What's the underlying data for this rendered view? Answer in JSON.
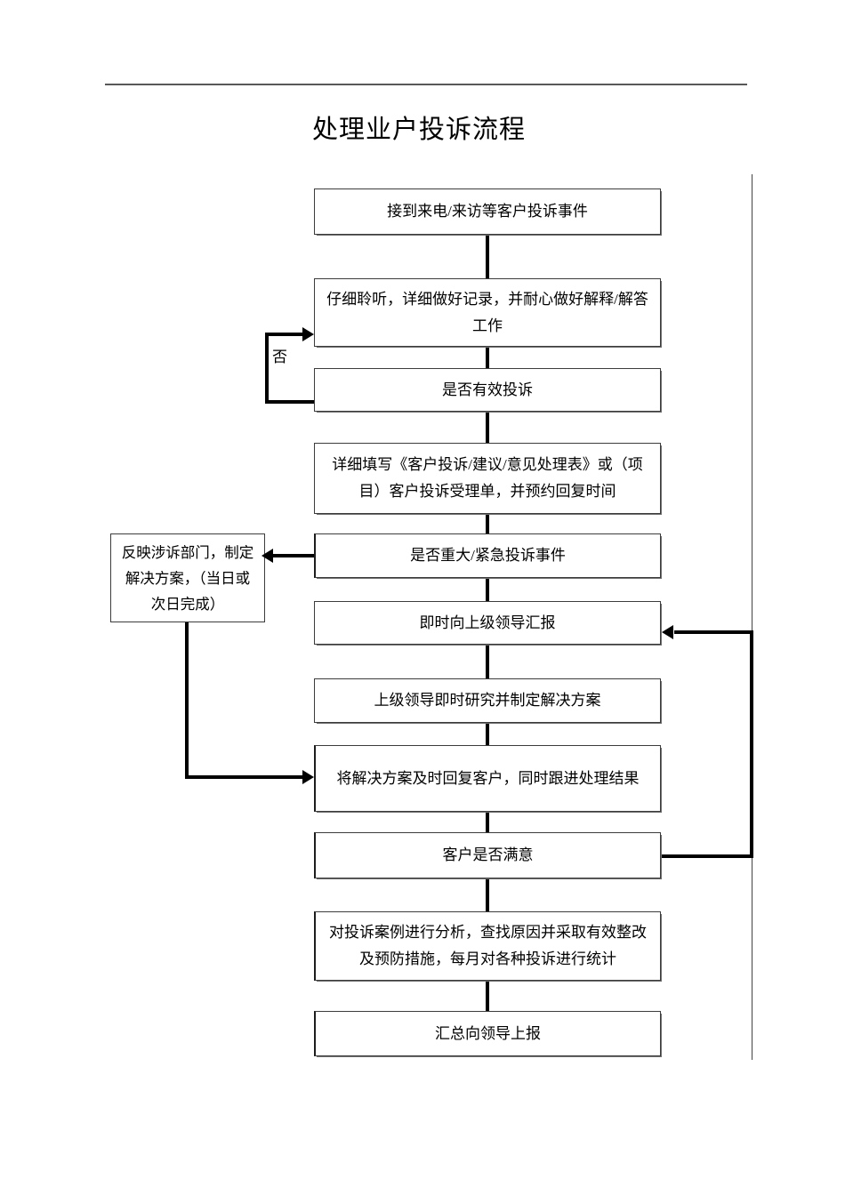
{
  "document": {
    "title": "处理业户投诉流程"
  },
  "flowchart": {
    "type": "flowchart",
    "orientation": "top-to-bottom",
    "nodes": [
      {
        "id": "n1",
        "label": "接到来电/来访等客户投诉事件"
      },
      {
        "id": "n2",
        "label": "仔细聆听，详细做好记录，并耐心做好解释/解答工作"
      },
      {
        "id": "n3",
        "label": "是否有效投诉"
      },
      {
        "id": "n4",
        "label": "详细填写《客户投诉/建议/意见处理表》或（项目）客户投诉受理单，并预约回复时间"
      },
      {
        "id": "n5",
        "label": "是否重大/紧急投诉事件"
      },
      {
        "id": "n6",
        "label": "即时向上级领导汇报"
      },
      {
        "id": "n7",
        "label": "上级领导即时研究并制定解决方案"
      },
      {
        "id": "n8",
        "label": "将解决方案及时回复客户，同时跟进处理结果"
      },
      {
        "id": "n9",
        "label": "客户是否满意"
      },
      {
        "id": "n10",
        "label": "对投诉案例进行分析，查找原因并采取有效整改及预防措施，每月对各种投诉进行统计"
      },
      {
        "id": "n11",
        "label": "汇总向领导上报"
      },
      {
        "id": "nside",
        "label": "反映涉诉部门，制定解决方案，（当日或次日完成）"
      }
    ],
    "edge_labels": {
      "no_branch": "否"
    },
    "edges": [
      {
        "from": "n1",
        "to": "n2",
        "label": ""
      },
      {
        "from": "n2",
        "to": "n3",
        "label": ""
      },
      {
        "from": "n3",
        "to": "n2",
        "label": "否"
      },
      {
        "from": "n3",
        "to": "n4",
        "label": ""
      },
      {
        "from": "n4",
        "to": "n5",
        "label": ""
      },
      {
        "from": "n5",
        "to": "nside",
        "label": ""
      },
      {
        "from": "n5",
        "to": "n6",
        "label": ""
      },
      {
        "from": "n6",
        "to": "n7",
        "label": ""
      },
      {
        "from": "n7",
        "to": "n8",
        "label": ""
      },
      {
        "from": "nside",
        "to": "n8",
        "label": ""
      },
      {
        "from": "n8",
        "to": "n9",
        "label": ""
      },
      {
        "from": "n9",
        "to": "n6",
        "label": ""
      },
      {
        "from": "n9",
        "to": "n10",
        "label": ""
      },
      {
        "from": "n10",
        "to": "n11",
        "label": ""
      }
    ]
  },
  "colors": {
    "line": "#000000",
    "box_border": "#3c3c3c",
    "rule": "#585858",
    "background": "#ffffff"
  }
}
